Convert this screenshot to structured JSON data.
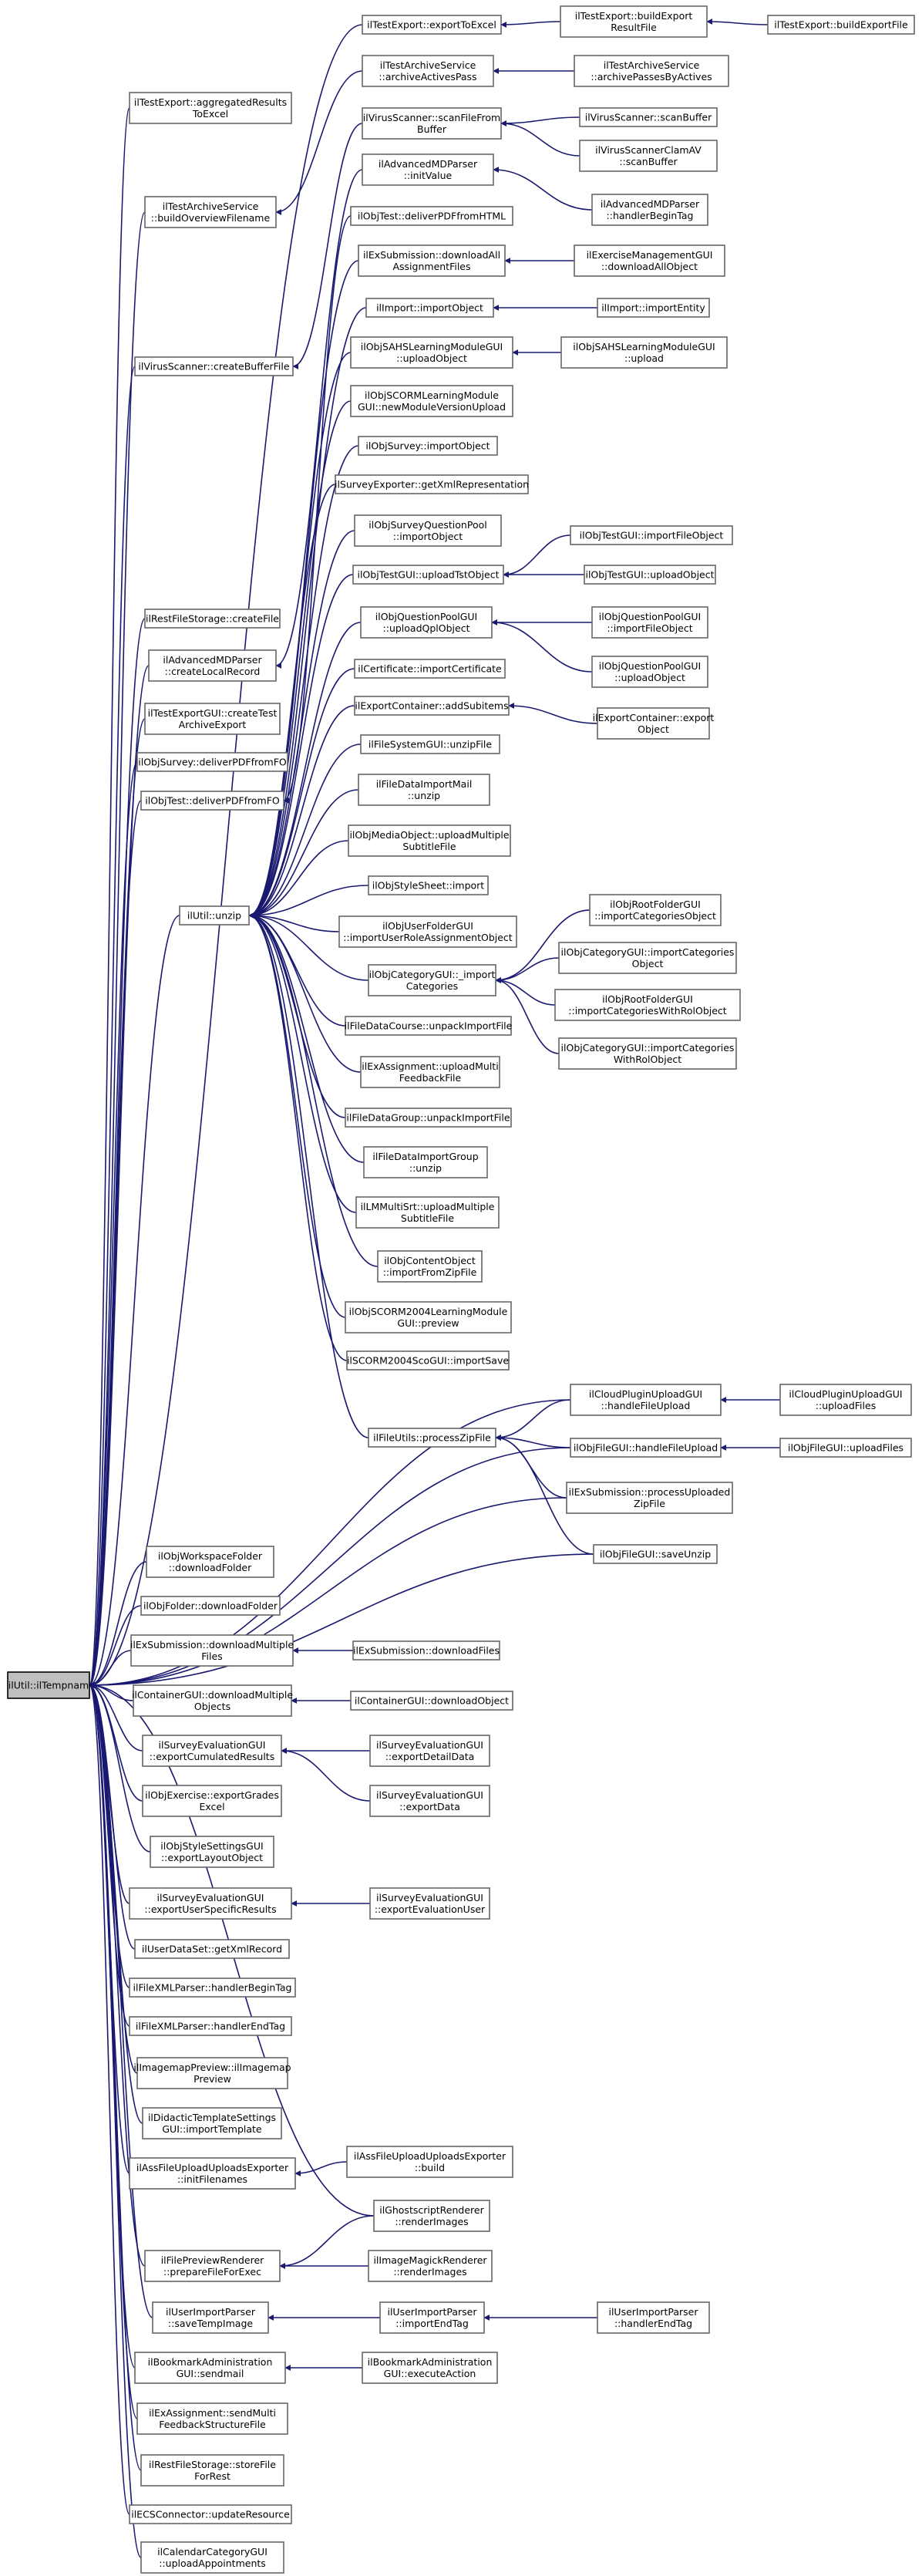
{
  "diagram": {
    "title": "",
    "nodes": [
      {
        "id": "root",
        "lines": [
          "ilUtil::ilTempnam"
        ],
        "root": true
      },
      {
        "id": "te_excel",
        "lines": [
          "ilTestExport::exportToExcel"
        ]
      },
      {
        "id": "te_aggr",
        "lines": [
          "ilTestExport::aggregatedResults",
          "ToExcel"
        ]
      },
      {
        "id": "te_build",
        "lines": [
          "ilTestExport::buildExport",
          "ResultFile"
        ]
      },
      {
        "id": "te_buildfile",
        "lines": [
          "ilTestExport::buildExportFile"
        ]
      },
      {
        "id": "tas_arch",
        "lines": [
          "ilTestArchiveService",
          "::archiveActivesPass"
        ]
      },
      {
        "id": "tas_archby",
        "lines": [
          "ilTestArchiveService",
          "::archivePassesByActives"
        ]
      },
      {
        "id": "tas_overview",
        "lines": [
          "ilTestArchiveService",
          "::buildOverviewFilename"
        ]
      },
      {
        "id": "vs_scan",
        "lines": [
          "ilVirusScanner::scanFileFrom",
          "Buffer"
        ]
      },
      {
        "id": "vs_scanbuf",
        "lines": [
          "ilVirusScanner::scanBuffer"
        ]
      },
      {
        "id": "vs_clam",
        "lines": [
          "ilVirusScannerClamAV",
          "::scanBuffer"
        ]
      },
      {
        "id": "vs_create",
        "lines": [
          "ilVirusScanner::createBufferFile"
        ]
      },
      {
        "id": "amd_init",
        "lines": [
          "ilAdvancedMDParser",
          "::initValue"
        ]
      },
      {
        "id": "amd_handle",
        "lines": [
          "ilAdvancedMDParser",
          "::handlerBeginTag"
        ]
      },
      {
        "id": "ot_deliver_html",
        "lines": [
          "ilObjTest::deliverPDFfromHTML"
        ]
      },
      {
        "id": "exs_dl",
        "lines": [
          "ilExSubmission::downloadAll",
          "AssignmentFiles"
        ]
      },
      {
        "id": "emg_dl",
        "lines": [
          "ilExerciseManagementGUI",
          "::downloadAllObject"
        ]
      },
      {
        "id": "imp_obj",
        "lines": [
          "ilImport::importObject"
        ]
      },
      {
        "id": "imp_ent",
        "lines": [
          "ilImport::importEntity"
        ]
      },
      {
        "id": "sahs_up",
        "lines": [
          "ilObjSAHSLearningModuleGUI",
          "::uploadObject"
        ]
      },
      {
        "id": "sahs_upl",
        "lines": [
          "ilObjSAHSLearningModuleGUI",
          "::upload"
        ]
      },
      {
        "id": "scorm_new",
        "lines": [
          "ilObjSCORMLearningModule",
          "GUI::newModuleVersionUpload"
        ]
      },
      {
        "id": "osv_imp",
        "lines": [
          "ilObjSurvey::importObject"
        ]
      },
      {
        "id": "sexp_xml",
        "lines": [
          "ilSurveyExporter::getXmlRepresentation"
        ]
      },
      {
        "id": "osqp_imp",
        "lines": [
          "ilObjSurveyQuestionPool",
          "::importObject"
        ]
      },
      {
        "id": "otg_uptst",
        "lines": [
          "ilObjTestGUI::uploadTstObject"
        ]
      },
      {
        "id": "otg_impfile",
        "lines": [
          "ilObjTestGUI::importFileObject"
        ]
      },
      {
        "id": "otg_upobj",
        "lines": [
          "ilObjTestGUI::uploadObject"
        ]
      },
      {
        "id": "oqp_upl",
        "lines": [
          "ilObjQuestionPoolGUI",
          "::uploadQplObject"
        ]
      },
      {
        "id": "oqp_impfile",
        "lines": [
          "ilObjQuestionPoolGUI",
          "::importFileObject"
        ]
      },
      {
        "id": "oqp_upobj",
        "lines": [
          "ilObjQuestionPoolGUI",
          "::uploadObject"
        ]
      },
      {
        "id": "rfs_create",
        "lines": [
          "ilRestFileStorage::createFile"
        ]
      },
      {
        "id": "amd_local",
        "lines": [
          "ilAdvancedMDParser",
          "::createLocalRecord"
        ]
      },
      {
        "id": "cert_imp",
        "lines": [
          "ilCertificate::importCertificate"
        ]
      },
      {
        "id": "ec_add",
        "lines": [
          "ilExportContainer::addSubitems"
        ]
      },
      {
        "id": "ec_exp",
        "lines": [
          "ilExportContainer::export",
          "Object"
        ]
      },
      {
        "id": "teg_create",
        "lines": [
          "ilTestExportGUI::createTest",
          "ArchiveExport"
        ]
      },
      {
        "id": "fsg_unzip",
        "lines": [
          "ilFileSystemGUI::unzipFile"
        ]
      },
      {
        "id": "osv_pdf",
        "lines": [
          "ilObjSurvey::deliverPDFfromFO"
        ]
      },
      {
        "id": "ot_pdf",
        "lines": [
          "ilObjTest::deliverPDFfromFO"
        ]
      },
      {
        "id": "fdim_unzip",
        "lines": [
          "ilFileDataImportMail",
          "::unzip"
        ]
      },
      {
        "id": "omo_up",
        "lines": [
          "ilObjMediaObject::uploadMultiple",
          "SubtitleFile"
        ]
      },
      {
        "id": "oss_imp",
        "lines": [
          "ilObjStyleSheet::import"
        ]
      },
      {
        "id": "unzip",
        "lines": [
          "ilUtil::unzip"
        ]
      },
      {
        "id": "oufg_imp",
        "lines": [
          "ilObjUserFolderGUI",
          "::importUserRoleAssignmentObject"
        ]
      },
      {
        "id": "ocg_imp",
        "lines": [
          "ilObjCategoryGUI::_import",
          "Categories"
        ]
      },
      {
        "id": "orfg_imp",
        "lines": [
          "ilObjRootFolderGUI",
          "::importCategoriesObject"
        ]
      },
      {
        "id": "ocg_impobj",
        "lines": [
          "ilObjCategoryGUI::importCategories",
          "Object"
        ]
      },
      {
        "id": "orfg_improl",
        "lines": [
          "ilObjRootFolderGUI",
          "::importCategoriesWithRolObject"
        ]
      },
      {
        "id": "ocg_improl",
        "lines": [
          "ilObjCategoryGUI::importCategories",
          "WithRolObject"
        ]
      },
      {
        "id": "fdc_unpack",
        "lines": [
          "ilFileDataCourse::unpackImportFile"
        ]
      },
      {
        "id": "exa_upl",
        "lines": [
          "ilExAssignment::uploadMulti",
          "FeedbackFile"
        ]
      },
      {
        "id": "fdg_unpack",
        "lines": [
          "ilFileDataGroup::unpackImportFile"
        ]
      },
      {
        "id": "fdig_unzip",
        "lines": [
          "ilFileDataImportGroup",
          "::unzip"
        ]
      },
      {
        "id": "lmm_up",
        "lines": [
          "ilLMMultiSrt::uploadMultiple",
          "SubtitleFile"
        ]
      },
      {
        "id": "oco_imp",
        "lines": [
          "ilObjContentObject",
          "::importFromZipFile"
        ]
      },
      {
        "id": "scorm04_prev",
        "lines": [
          "ilObjSCORM2004LearningModule",
          "GUI::preview"
        ]
      },
      {
        "id": "scorm04_save",
        "lines": [
          "ilSCORM2004ScoGUI::importSave"
        ]
      },
      {
        "id": "fu_zip",
        "lines": [
          "ilFileUtils::processZipFile"
        ]
      },
      {
        "id": "cpug_handle",
        "lines": [
          "ilCloudPluginUploadGUI",
          "::handleFileUpload"
        ]
      },
      {
        "id": "cpug_upl",
        "lines": [
          "ilCloudPluginUploadGUI",
          "::uploadFiles"
        ]
      },
      {
        "id": "ofg_handle",
        "lines": [
          "ilObjFileGUI::handleFileUpload"
        ]
      },
      {
        "id": "ofg_upl",
        "lines": [
          "ilObjFileGUI::uploadFiles"
        ]
      },
      {
        "id": "exs_proc",
        "lines": [
          "ilExSubmission::processUploaded",
          "ZipFile"
        ]
      },
      {
        "id": "ofg_save",
        "lines": [
          "ilObjFileGUI::saveUnzip"
        ]
      },
      {
        "id": "owf_dl",
        "lines": [
          "ilObjWorkspaceFolder",
          "::downloadFolder"
        ]
      },
      {
        "id": "of_dl",
        "lines": [
          "ilObjFolder::downloadFolder"
        ]
      },
      {
        "id": "exs_dlm",
        "lines": [
          "ilExSubmission::downloadMultiple",
          "Files"
        ]
      },
      {
        "id": "exs_dlf",
        "lines": [
          "ilExSubmission::downloadFiles"
        ]
      },
      {
        "id": "cg_dlm",
        "lines": [
          "ilContainerGUI::downloadMultiple",
          "Objects"
        ]
      },
      {
        "id": "cg_dl",
        "lines": [
          "ilContainerGUI::downloadObject"
        ]
      },
      {
        "id": "seg_cum",
        "lines": [
          "ilSurveyEvaluationGUI",
          "::exportCumulatedResults"
        ]
      },
      {
        "id": "seg_det",
        "lines": [
          "ilSurveyEvaluationGUI",
          "::exportDetailData"
        ]
      },
      {
        "id": "seg_data",
        "lines": [
          "ilSurveyEvaluationGUI",
          "::exportData"
        ]
      },
      {
        "id": "oex_grades",
        "lines": [
          "ilObjExercise::exportGrades",
          "Excel"
        ]
      },
      {
        "id": "ossg_exp",
        "lines": [
          "ilObjStyleSettingsGUI",
          "::exportLayoutObject"
        ]
      },
      {
        "id": "seg_user",
        "lines": [
          "ilSurveyEvaluationGUI",
          "::exportUserSpecificResults"
        ]
      },
      {
        "id": "seg_evuser",
        "lines": [
          "ilSurveyEvaluationGUI",
          "::exportEvaluationUser"
        ]
      },
      {
        "id": "uds_xml",
        "lines": [
          "ilUserDataSet::getXmlRecord"
        ]
      },
      {
        "id": "fxp_begin",
        "lines": [
          "ilFileXMLParser::handlerBeginTag"
        ]
      },
      {
        "id": "fxp_end",
        "lines": [
          "ilFileXMLParser::handlerEndTag"
        ]
      },
      {
        "id": "imp_prev",
        "lines": [
          "ilImagemapPreview::ilImagemap",
          "Preview"
        ]
      },
      {
        "id": "dts_imp",
        "lines": [
          "ilDidacticTemplateSettings",
          "GUI::importTemplate"
        ]
      },
      {
        "id": "afu_init",
        "lines": [
          "ilAssFileUploadUploadsExporter",
          "::initFilenames"
        ]
      },
      {
        "id": "afu_build",
        "lines": [
          "ilAssFileUploadUploadsExporter",
          "::build"
        ]
      },
      {
        "id": "gs_render",
        "lines": [
          "ilGhostscriptRenderer",
          "::renderImages"
        ]
      },
      {
        "id": "fpr_prep",
        "lines": [
          "ilFilePreviewRenderer",
          "::prepareFileForExec"
        ]
      },
      {
        "id": "im_render",
        "lines": [
          "ilImageMagickRenderer",
          "::renderImages"
        ]
      },
      {
        "id": "uip_save",
        "lines": [
          "ilUserImportParser",
          "::saveTempImage"
        ]
      },
      {
        "id": "uip_imp",
        "lines": [
          "ilUserImportParser",
          "::importEndTag"
        ]
      },
      {
        "id": "uip_end",
        "lines": [
          "ilUserImportParser",
          "::handlerEndTag"
        ]
      },
      {
        "id": "bma_mail",
        "lines": [
          "ilBookmarkAdministration",
          "GUI::sendmail"
        ]
      },
      {
        "id": "bma_exec",
        "lines": [
          "ilBookmarkAdministration",
          "GUI::executeAction"
        ]
      },
      {
        "id": "exa_send",
        "lines": [
          "ilExAssignment::sendMulti",
          "FeedbackStructureFile"
        ]
      },
      {
        "id": "rfs_store",
        "lines": [
          "ilRestFileStorage::storeFile",
          "ForRest"
        ]
      },
      {
        "id": "ecs_upd",
        "lines": [
          "ilECSConnector::updateResource"
        ]
      },
      {
        "id": "ccg_upl",
        "lines": [
          "ilCalendarCategoryGUI",
          "::uploadAppointments"
        ]
      }
    ],
    "edges": [
      [
        "te_excel",
        "root"
      ],
      [
        "te_build",
        "te_excel"
      ],
      [
        "te_buildfile",
        "te_build"
      ],
      [
        "te_aggr",
        "root"
      ],
      [
        "tas_arch",
        "tas_overview"
      ],
      [
        "tas_archby",
        "tas_arch"
      ],
      [
        "tas_overview",
        "root"
      ],
      [
        "vs_scan",
        "vs_create"
      ],
      [
        "vs_scanbuf",
        "vs_scan"
      ],
      [
        "vs_clam",
        "vs_scan"
      ],
      [
        "vs_create",
        "root"
      ],
      [
        "amd_init",
        "amd_local"
      ],
      [
        "amd_handle",
        "amd_init"
      ],
      [
        "ot_deliver_html",
        "ot_pdf"
      ],
      [
        "exs_dl",
        "unzip"
      ],
      [
        "emg_dl",
        "exs_dl"
      ],
      [
        "imp_obj",
        "unzip"
      ],
      [
        "imp_ent",
        "imp_obj"
      ],
      [
        "sahs_up",
        "unzip"
      ],
      [
        "sahs_upl",
        "sahs_up"
      ],
      [
        "scorm_new",
        "unzip"
      ],
      [
        "osv_imp",
        "unzip"
      ],
      [
        "sexp_xml",
        "unzip"
      ],
      [
        "osqp_imp",
        "unzip"
      ],
      [
        "otg_uptst",
        "unzip"
      ],
      [
        "otg_impfile",
        "otg_uptst"
      ],
      [
        "otg_upobj",
        "otg_uptst"
      ],
      [
        "oqp_upl",
        "unzip"
      ],
      [
        "oqp_impfile",
        "oqp_upl"
      ],
      [
        "oqp_upobj",
        "oqp_upl"
      ],
      [
        "rfs_create",
        "root"
      ],
      [
        "amd_local",
        "root"
      ],
      [
        "cert_imp",
        "unzip"
      ],
      [
        "ec_add",
        "unzip"
      ],
      [
        "ec_exp",
        "ec_add"
      ],
      [
        "teg_create",
        "root"
      ],
      [
        "fsg_unzip",
        "unzip"
      ],
      [
        "osv_pdf",
        "root"
      ],
      [
        "ot_pdf",
        "root"
      ],
      [
        "fdim_unzip",
        "unzip"
      ],
      [
        "omo_up",
        "unzip"
      ],
      [
        "oss_imp",
        "unzip"
      ],
      [
        "unzip",
        "root"
      ],
      [
        "oufg_imp",
        "unzip"
      ],
      [
        "ocg_imp",
        "unzip"
      ],
      [
        "orfg_imp",
        "ocg_imp"
      ],
      [
        "ocg_impobj",
        "ocg_imp"
      ],
      [
        "orfg_improl",
        "ocg_imp"
      ],
      [
        "ocg_improl",
        "ocg_imp"
      ],
      [
        "fdc_unpack",
        "unzip"
      ],
      [
        "exa_upl",
        "unzip"
      ],
      [
        "fdg_unpack",
        "unzip"
      ],
      [
        "fdig_unzip",
        "unzip"
      ],
      [
        "lmm_up",
        "unzip"
      ],
      [
        "oco_imp",
        "unzip"
      ],
      [
        "scorm04_prev",
        "unzip"
      ],
      [
        "scorm04_save",
        "unzip"
      ],
      [
        "fu_zip",
        "unzip"
      ],
      [
        "cpug_handle",
        "fu_zip"
      ],
      [
        "cpug_upl",
        "cpug_handle"
      ],
      [
        "ofg_handle",
        "fu_zip"
      ],
      [
        "ofg_upl",
        "ofg_handle"
      ],
      [
        "exs_proc",
        "fu_zip"
      ],
      [
        "ofg_save",
        "fu_zip"
      ],
      [
        "cpug_handle",
        "root"
      ],
      [
        "ofg_handle",
        "root"
      ],
      [
        "exs_proc",
        "root"
      ],
      [
        "ofg_save",
        "root"
      ],
      [
        "owf_dl",
        "root"
      ],
      [
        "of_dl",
        "root"
      ],
      [
        "exs_dlm",
        "root"
      ],
      [
        "exs_dlf",
        "exs_dlm"
      ],
      [
        "cg_dlm",
        "root"
      ],
      [
        "cg_dl",
        "cg_dlm"
      ],
      [
        "seg_cum",
        "root"
      ],
      [
        "seg_det",
        "seg_cum"
      ],
      [
        "seg_data",
        "seg_cum"
      ],
      [
        "oex_grades",
        "root"
      ],
      [
        "ossg_exp",
        "root"
      ],
      [
        "seg_user",
        "root"
      ],
      [
        "seg_evuser",
        "seg_user"
      ],
      [
        "uds_xml",
        "root"
      ],
      [
        "fxp_begin",
        "root"
      ],
      [
        "fxp_end",
        "root"
      ],
      [
        "imp_prev",
        "root"
      ],
      [
        "dts_imp",
        "root"
      ],
      [
        "afu_init",
        "root"
      ],
      [
        "afu_build",
        "afu_init"
      ],
      [
        "gs_render",
        "root"
      ],
      [
        "gs_render",
        "fpr_prep"
      ],
      [
        "fpr_prep",
        "root"
      ],
      [
        "im_render",
        "fpr_prep"
      ],
      [
        "uip_save",
        "root"
      ],
      [
        "uip_imp",
        "uip_save"
      ],
      [
        "uip_end",
        "uip_imp"
      ],
      [
        "bma_mail",
        "root"
      ],
      [
        "bma_exec",
        "bma_mail"
      ],
      [
        "exa_send",
        "root"
      ],
      [
        "rfs_store",
        "root"
      ],
      [
        "ecs_upd",
        "root"
      ],
      [
        "ccg_upl",
        "root"
      ]
    ]
  }
}
